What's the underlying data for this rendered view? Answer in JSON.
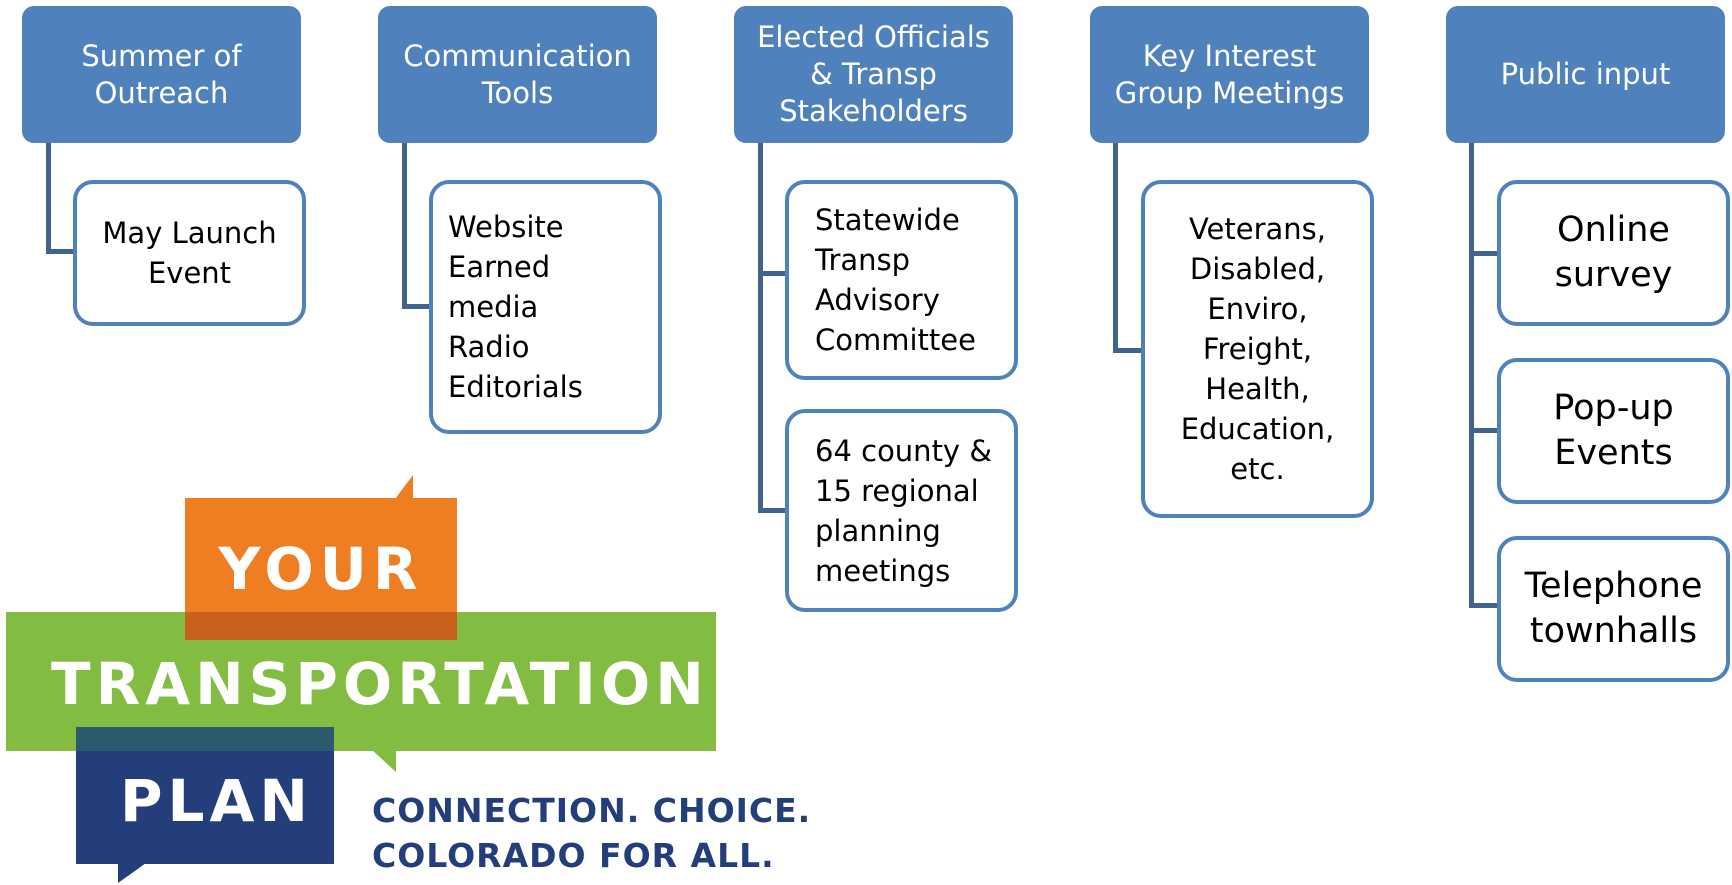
{
  "columns": [
    {
      "header": [
        "Summer of",
        "Outreach"
      ],
      "children": [
        {
          "lines": [
            "May Launch",
            "Event"
          ]
        }
      ]
    },
    {
      "header": [
        "Communication",
        "Tools"
      ],
      "children": [
        {
          "lines": [
            "Website",
            "Earned",
            "media",
            "Radio",
            "Editorials"
          ]
        }
      ]
    },
    {
      "header": [
        "Elected Officials",
        "& Transp",
        "Stakeholders"
      ],
      "children": [
        {
          "lines": [
            "Statewide",
            "Transp",
            "Advisory",
            "Committee"
          ]
        },
        {
          "lines": [
            "64 county &",
            "15 regional",
            "planning",
            "meetings"
          ]
        }
      ]
    },
    {
      "header": [
        "Key Interest",
        "Group Meetings"
      ],
      "children": [
        {
          "lines": [
            "Veterans,",
            "Disabled,",
            "Enviro,",
            "Freight,",
            "Health,",
            "Education,",
            "etc."
          ]
        }
      ]
    },
    {
      "header": [
        "Public input"
      ],
      "children": [
        {
          "lines": [
            "Online",
            "survey"
          ]
        },
        {
          "lines": [
            "Pop-up",
            "Events"
          ]
        },
        {
          "lines": [
            "Telephone",
            "townhalls"
          ]
        }
      ]
    }
  ],
  "logo": {
    "word1": "YOUR",
    "word2": "TRANSPORTATION",
    "word3": "PLAN",
    "tagline_line1": "CONNECTION. CHOICE.",
    "tagline_line2": "COLORADO FOR ALL."
  },
  "colors": {
    "header_fill": "#4f81bd",
    "child_border": "#4f81bd",
    "connector": "#41648f",
    "logo_orange": "#ef7d22",
    "logo_green": "#82bc41",
    "logo_navy": "#243e7c"
  }
}
